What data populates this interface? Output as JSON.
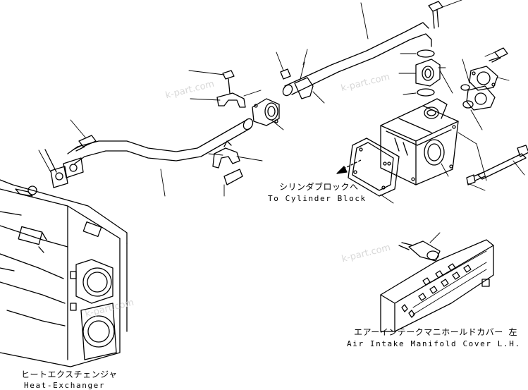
{
  "labels": {
    "cylinder_block_jp": "シリンダブロックへ",
    "cylinder_block_en": "To Cylinder Block",
    "manifold_cover_jp": "エアーインテークマニホールドカバー  左",
    "manifold_cover_en": "Air Intake Manifold Cover L.H.",
    "heat_exchanger_jp": "ヒートエクスチェンジャ",
    "heat_exchanger_en": "Heat-Exchanger"
  },
  "watermarks": [
    "k-part.com",
    "k-part.com",
    "k-part.com",
    "k-part.com"
  ]
}
